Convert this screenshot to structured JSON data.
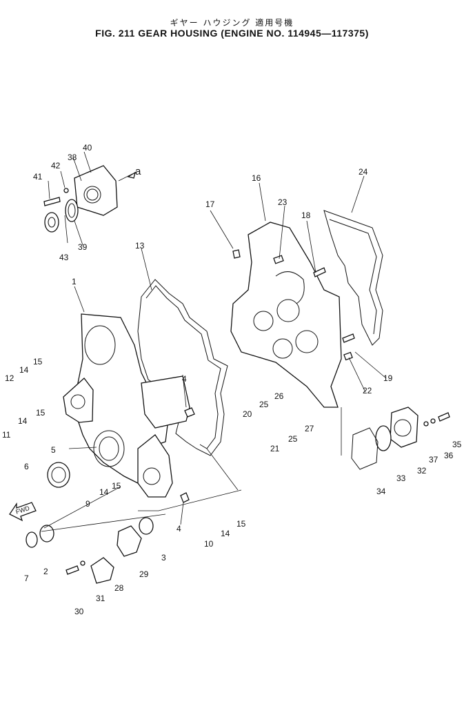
{
  "title": {
    "japanese": "ギヤー ハウジング  適用号機",
    "main": "FIG. 211   GEAR HOUSING  (ENGINE NO. 114945—117375)"
  },
  "view_marker": "a",
  "fwd_label": "FWD",
  "callouts": [
    "1",
    "2",
    "3",
    "4",
    "4",
    "5",
    "6",
    "7",
    "9",
    "10",
    "11",
    "12",
    "13",
    "14",
    "14",
    "14",
    "14",
    "15",
    "15",
    "15",
    "15",
    "16",
    "17",
    "18",
    "19",
    "20",
    "21",
    "22",
    "23",
    "24",
    "25",
    "25",
    "26",
    "27",
    "28",
    "29",
    "30",
    "31",
    "32",
    "33",
    "34",
    "35",
    "36",
    "37",
    "38",
    "39",
    "40",
    "41",
    "42",
    "43"
  ]
}
